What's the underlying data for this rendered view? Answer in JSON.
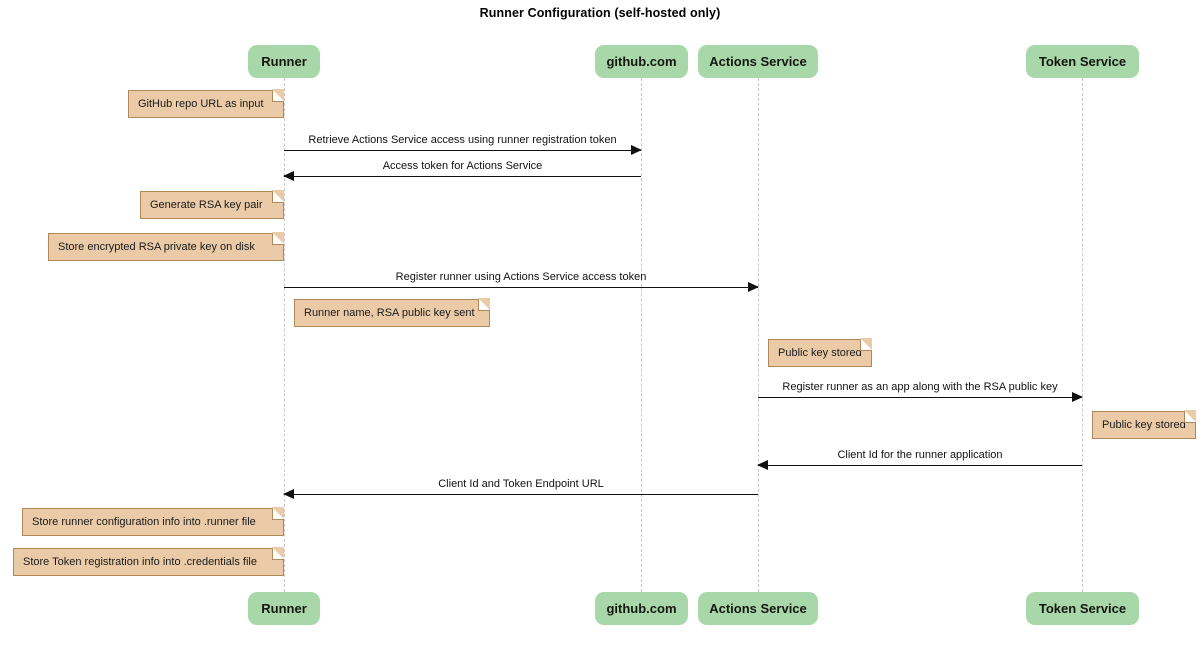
{
  "title": "Runner Configuration (self-hosted only)",
  "colors": {
    "participant_fill": "#a8d8aa",
    "note_fill": "#eacaa7",
    "note_border": "#b1885a",
    "lifeline": "#c9c9c9",
    "arrow": "#111111",
    "text": "#111111",
    "background": "#ffffff"
  },
  "participants": [
    {
      "id": "runner",
      "label": "Runner"
    },
    {
      "id": "github",
      "label": "github.com"
    },
    {
      "id": "actions",
      "label": "Actions Service"
    },
    {
      "id": "token",
      "label": "Token Service"
    }
  ],
  "participants_bottom": [
    {
      "id": "runner",
      "label": "Runner"
    },
    {
      "id": "github",
      "label": "github.com"
    },
    {
      "id": "actions",
      "label": "Actions Service"
    },
    {
      "id": "token",
      "label": "Token Service"
    }
  ],
  "notes": [
    {
      "id": "note-github-repo-url",
      "text": "GitHub repo URL as input",
      "attached_to": "runner"
    },
    {
      "id": "note-generate-rsa-key-pair",
      "text": "Generate RSA key pair",
      "attached_to": "runner"
    },
    {
      "id": "note-store-encrypted-rsa-private-key",
      "text": "Store encrypted RSA private key on disk",
      "attached_to": "runner"
    },
    {
      "id": "note-runner-name-rsa-public-key",
      "text": "Runner name, RSA public key sent",
      "attached_to": "runner"
    },
    {
      "id": "note-public-key-stored-actions",
      "text": "Public key stored",
      "attached_to": "actions"
    },
    {
      "id": "note-public-key-stored-token",
      "text": "Public key stored",
      "attached_to": "token"
    },
    {
      "id": "note-store-runner-configuration",
      "text": "Store runner configuration info into .runner file",
      "attached_to": "runner"
    },
    {
      "id": "note-store-token-registration",
      "text": "Store Token registration info into .credentials file",
      "attached_to": "runner"
    }
  ],
  "messages": [
    {
      "id": "msg-retrieve-actions-service-access",
      "text": "Retrieve Actions Service access using runner registration token",
      "from": "runner",
      "to": "github",
      "direction": "right"
    },
    {
      "id": "msg-access-token-for-actions-service",
      "text": "Access token for Actions Service",
      "from": "github",
      "to": "runner",
      "direction": "left"
    },
    {
      "id": "msg-register-runner-using-access-token",
      "text": "Register runner using Actions Service access token",
      "from": "runner",
      "to": "actions",
      "direction": "right"
    },
    {
      "id": "msg-register-runner-as-app",
      "text": "Register runner as an app along with the RSA public key",
      "from": "actions",
      "to": "token",
      "direction": "right"
    },
    {
      "id": "msg-client-id-for-runner-application",
      "text": "Client Id for the runner application",
      "from": "token",
      "to": "actions",
      "direction": "left"
    },
    {
      "id": "msg-client-id-and-token-endpoint-url",
      "text": "Client Id and Token Endpoint URL",
      "from": "actions",
      "to": "runner",
      "direction": "left"
    }
  ]
}
